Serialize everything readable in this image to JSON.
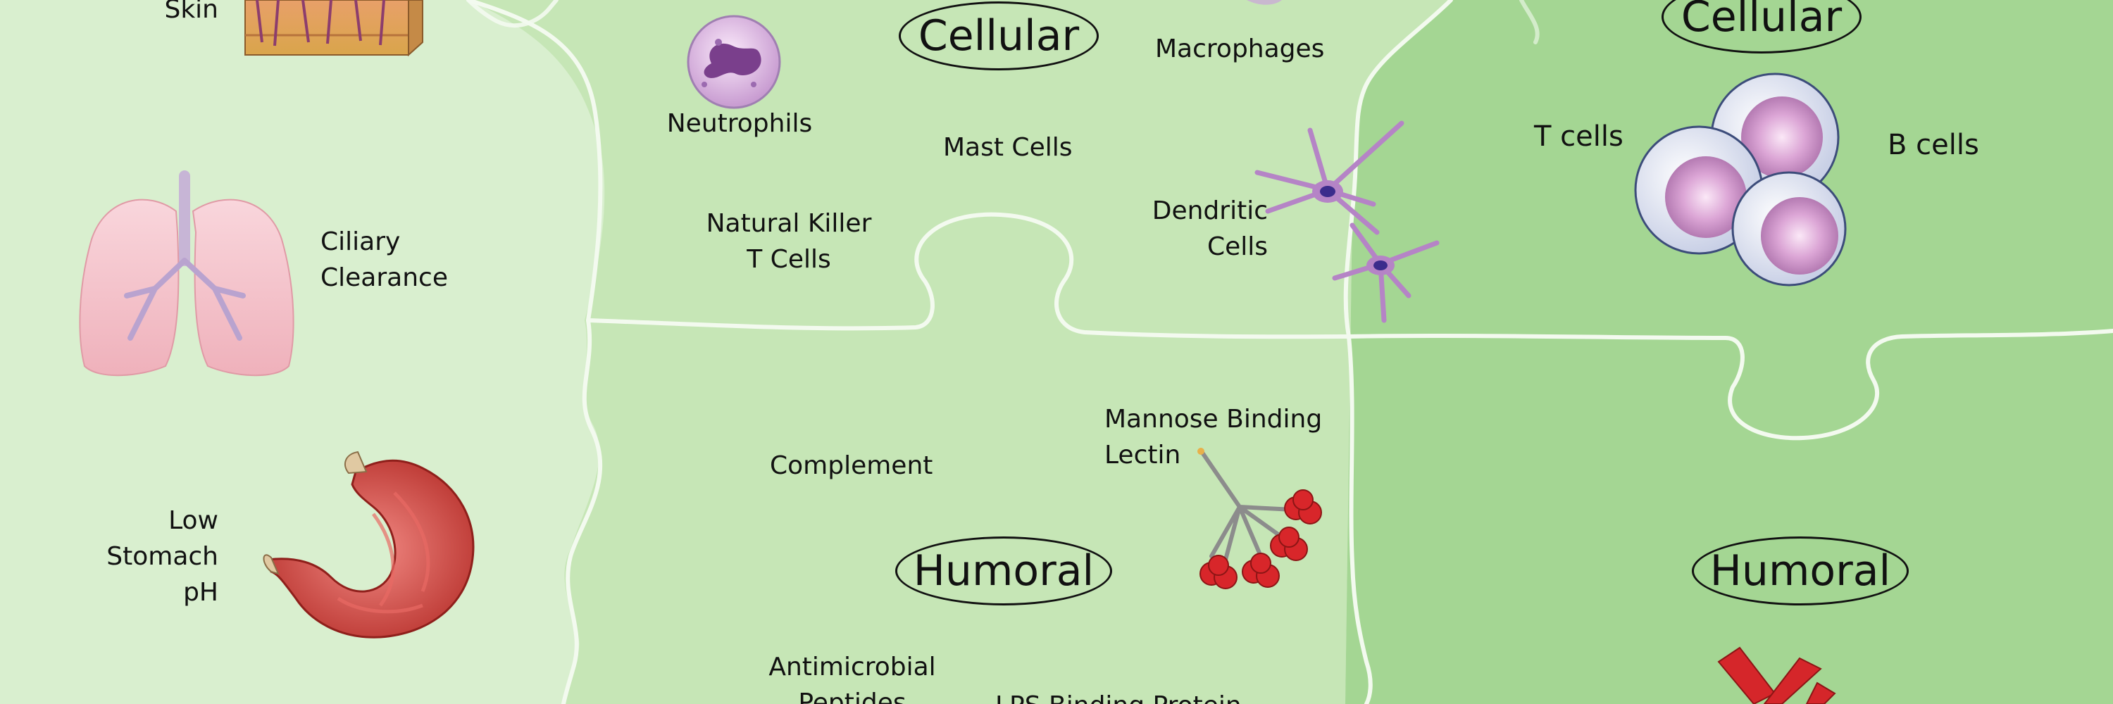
{
  "labels": {
    "skin": "Skin",
    "ciliary": "Ciliary\nClearance",
    "stomach": "Low\nStomach\npH",
    "neutrophils": "Neutrophils",
    "mast": "Mast Cells",
    "nk": "Natural Killer\nT Cells",
    "macrophages": "Macrophages",
    "dendritic": "Dendritic\nCells",
    "complement": "Complement",
    "mannose": "Mannose Binding\nLectin",
    "antimicrobial": "Antimicrobial\nPeptides",
    "lps": "LPS Binding Protein",
    "tcells": "T cells",
    "bcells": "B cells"
  },
  "ovals": {
    "innate_cellular": "Cellular",
    "innate_humoral": "Humoral",
    "adaptive_cellular": "Cellular",
    "adaptive_humoral": "Humoral"
  },
  "icons": {
    "skin": "skin-cross-section-icon",
    "lungs": "lungs-icon",
    "stomach": "stomach-icon",
    "neutrophil": "neutrophil-cell-icon",
    "macrophage": "macrophage-cell-icon",
    "dendritic": "dendritic-cells-icon",
    "mbl": "mannose-binding-lectin-icon",
    "lymphocytes": "lymphocyte-cells-icon",
    "antibody": "antibody-icon"
  },
  "colors": {
    "panel_barrier": "#d9efcf",
    "panel_innate": "#c6e6b6",
    "panel_adaptive": "#a4d693",
    "seam": "#f4faf0"
  }
}
